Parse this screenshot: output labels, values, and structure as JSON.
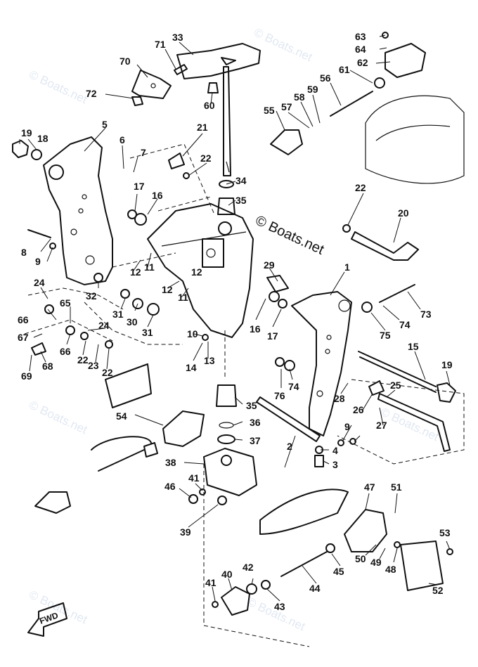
{
  "watermark": "© Boats.net",
  "fwd_label": "FWD",
  "footer_text": "",
  "callouts": [
    "1",
    "2",
    "3",
    "4",
    "5",
    "6",
    "7",
    "8",
    "9",
    "9",
    "10",
    "11",
    "11",
    "12",
    "12",
    "12",
    "13",
    "14",
    "15",
    "16",
    "16",
    "17",
    "17",
    "18",
    "19",
    "19",
    "20",
    "21",
    "22",
    "22",
    "22",
    "22",
    "23",
    "24",
    "24",
    "25",
    "26",
    "27",
    "28",
    "29",
    "30",
    "31",
    "31",
    "32",
    "33",
    "34",
    "35",
    "35",
    "36",
    "37",
    "38",
    "39",
    "40",
    "41",
    "41",
    "42",
    "43",
    "44",
    "45",
    "46",
    "47",
    "48",
    "49",
    "50",
    "51",
    "52",
    "53",
    "54",
    "55",
    "56",
    "57",
    "58",
    "59",
    "60",
    "61",
    "62",
    "63",
    "64",
    "65",
    "66",
    "66",
    "67",
    "68",
    "69",
    "70",
    "71",
    "72",
    "73",
    "74",
    "74",
    "75",
    "76"
  ]
}
